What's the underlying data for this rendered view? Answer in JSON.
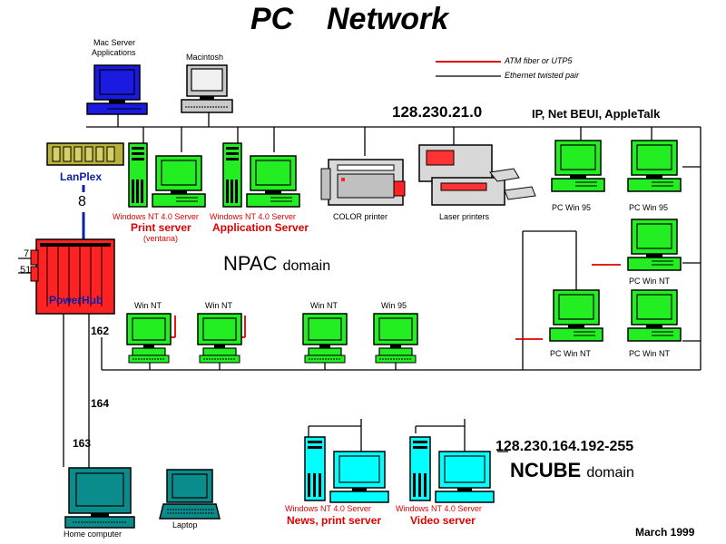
{
  "title": {
    "left": "PC",
    "right": "Network"
  },
  "legend": {
    "red_line": "ATM fiber or UTP5",
    "black_line": "Ethernet twisted pair"
  },
  "colors": {
    "red_link": "#e00000",
    "server_green": "#22ee22",
    "cyan_station": "#00ffff",
    "hub_red": "#ff2222",
    "lanplex_olive": "#b8b23a",
    "mac_blue": "#1a1ae0",
    "label_blue": "#0a1fa8"
  },
  "top_left": {
    "mac_server_line1": "Mac Server",
    "mac_server_line2": "Applications",
    "macintosh": "Macintosh"
  },
  "network_ip": "128.230.21.0",
  "protocols": "IP,  Net BEUI, AppleTalk",
  "lanplex": {
    "label": "LanPlex",
    "port": "8"
  },
  "servers": {
    "print": {
      "os": "Windows NT 4.0 Server",
      "role": "Print server",
      "host": "(ventana)"
    },
    "app": {
      "os": "Windows NT 4.0 Server",
      "role": "Application Server"
    },
    "color_printer": "COLOR printer",
    "laser_printers": "Laser printers"
  },
  "pcs": {
    "pc_win95_a": "PC Win 95",
    "pc_win95_b": "PC Win 95",
    "pc_winnt_a": "PC Win NT",
    "pc_winnt_b": "PC Win NT",
    "pc_winnt_c": "PC Win NT"
  },
  "npac": {
    "name": "NPAC",
    "suffix": "domain"
  },
  "powerhub": {
    "label": "PowerHub",
    "port_7": "7",
    "port_51": "51",
    "port_162": "162",
    "port_164": "164",
    "port_163": "163"
  },
  "workstations": {
    "w1": "Win NT",
    "w2": "Win NT",
    "w3": "Win NT",
    "w4": "Win 95"
  },
  "ncube": {
    "ip": "128.230.164.192-255",
    "name": "NCUBE",
    "suffix": "domain",
    "news": {
      "os": "Windows NT 4.0 Server",
      "role": "News, print server"
    },
    "video": {
      "os": "Windows NT 4.0 Server",
      "role": "Video server"
    }
  },
  "home": {
    "computer": "Home computer",
    "laptop": "Laptop"
  },
  "date": "March 1999"
}
